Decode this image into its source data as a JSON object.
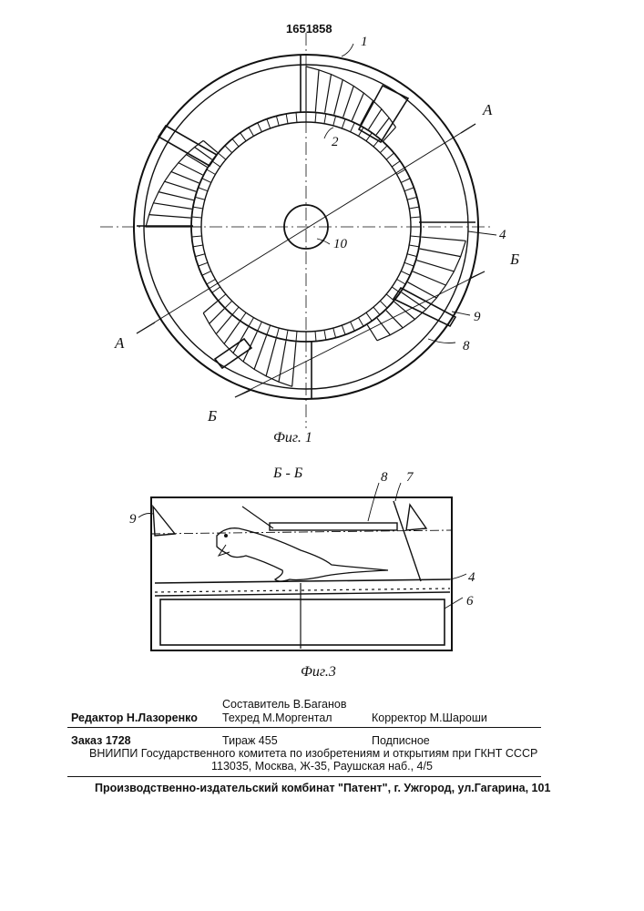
{
  "patent_number": "1651858",
  "figure1": {
    "caption": "Фиг. 1",
    "labels": {
      "l1": "1",
      "l2": "2",
      "l4": "4",
      "l8": "8",
      "l9": "9",
      "l10": "10",
      "sectionA_left": "А",
      "sectionA_right": "А",
      "sectionB_left": "Б",
      "sectionB_right": "Б"
    }
  },
  "figure3": {
    "section_title": "Б - Б",
    "caption": "Фиг.3",
    "labels": {
      "l4": "4",
      "l6": "6",
      "l7": "7",
      "l8": "8",
      "l9": "9"
    }
  },
  "imprint": {
    "editor": "Редактор  Н.Лазоренко",
    "compiler": "Составитель  В.Баганов",
    "techred": "Техред М.Моргентал",
    "corrector": "Корректор М.Шароши",
    "order": "Заказ  1728",
    "circulation": "Тираж 455",
    "subscription": "Подписное",
    "org_line1": "ВНИИПИ Государственного комитета по изобретениям и открытиям при ГКНТ СССР",
    "org_line2": "113035, Москва, Ж-35, Раушская наб., 4/5",
    "producer": "Производственно-издательский комбинат \"Патент\", г. Ужгород, ул.Гагарина, 101"
  }
}
